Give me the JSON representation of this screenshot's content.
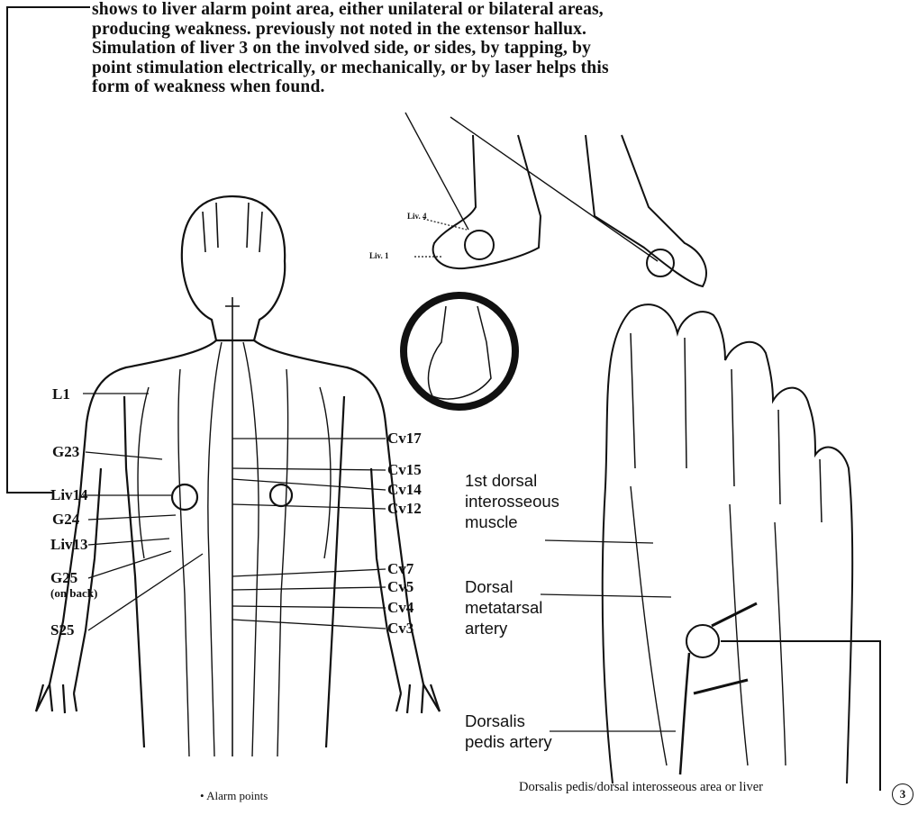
{
  "text": {
    "lines": [
      "shows to liver alarm  point area, either unilateral or bilateral areas,",
      "producing weakness. previously  not  noted  in  the  extensor  hallux.",
      "Simulation of liver 3 on the involved side, or sides, by tapping, by",
      "point  stimulation electrically,  or  mechanically,  or  by  laser  helps  this",
      "form  of  weakness  when  found."
    ]
  },
  "body_labels": {
    "left": [
      "L1",
      "G23",
      "Liv14",
      "G24",
      "Liv13",
      "G25",
      "(on back)",
      "S25"
    ],
    "right": [
      "Cv17",
      "Cv15",
      "Cv14",
      "Cv12",
      "Cv7",
      "Cv5",
      "Cv4",
      "Cv3"
    ],
    "caption": "Alarm points"
  },
  "foot_labels": {
    "liv4": "Liv. 4",
    "liv1": "Liv. 1"
  },
  "foot_detail": {
    "interosseous": [
      "1st dorsal",
      "interosseous",
      "muscle"
    ],
    "metatarsal": [
      "Dorsal",
      "metatarsal",
      "artery"
    ],
    "pedis": [
      "Dorsalis",
      "pedis artery"
    ],
    "caption": "Dorsalis pedis/dorsal interosseous area or liver",
    "marker": "3"
  }
}
